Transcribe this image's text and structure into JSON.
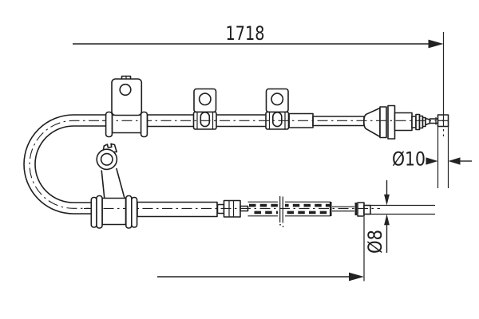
{
  "diagram": {
    "type": "technical-drawing",
    "subject": "parking brake cable assembly",
    "labels": {
      "overall_length": "1718",
      "large_end_diameter": "Ø10",
      "small_end_diameter": "Ø8"
    },
    "colors": {
      "line": "#1f1f1f",
      "dimension": "#222222",
      "background": "#ffffff"
    }
  }
}
